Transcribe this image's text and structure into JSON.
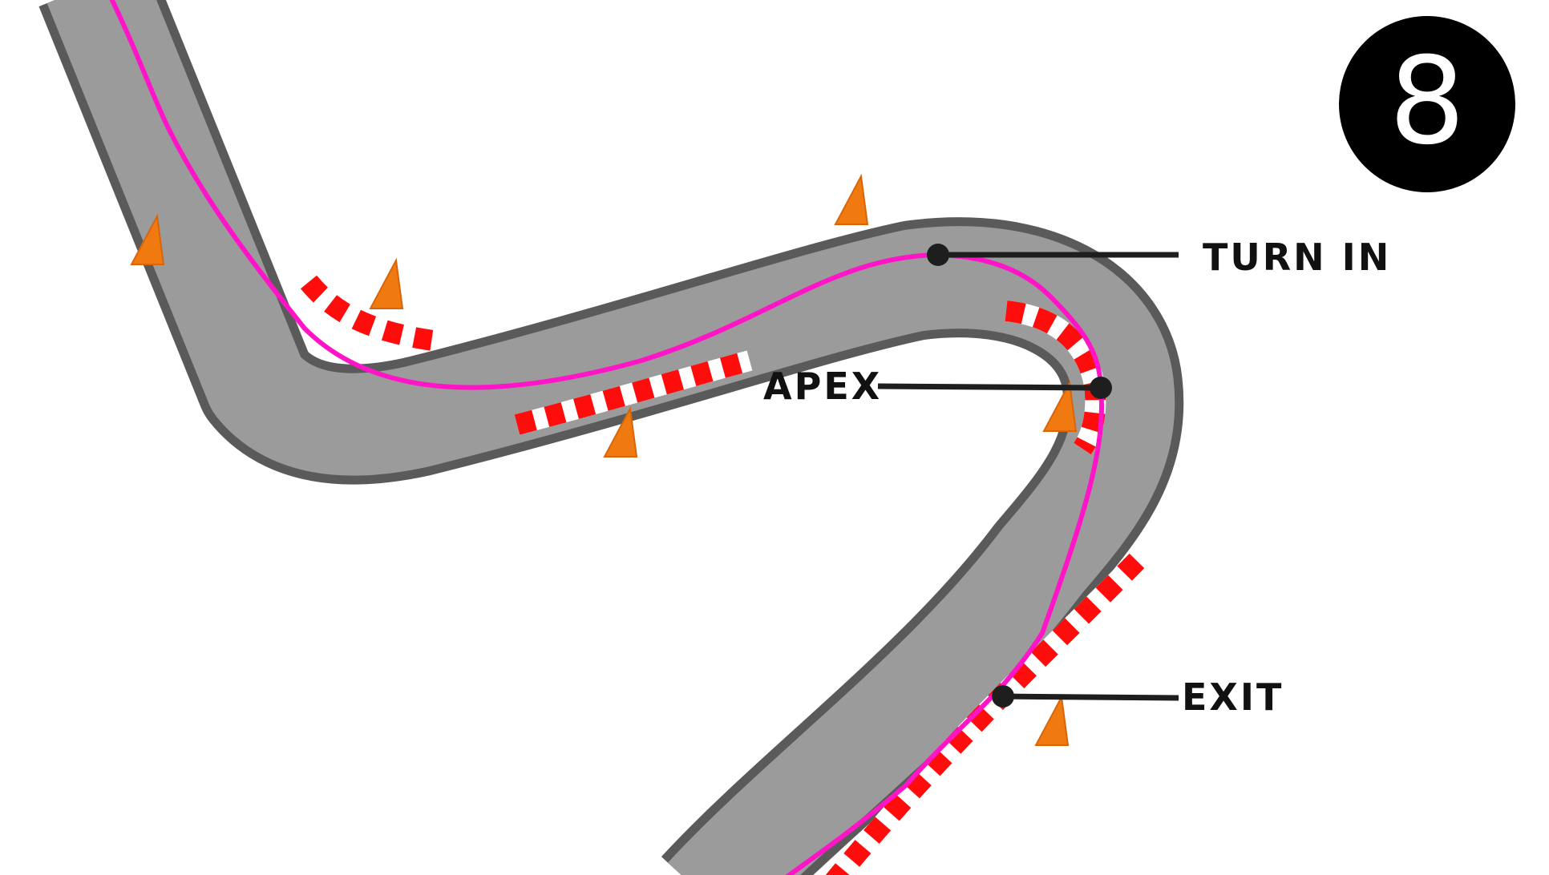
{
  "corner_number": "8",
  "labels": {
    "turn_in": "TURN IN",
    "apex": "APEX",
    "exit": "EXIT"
  },
  "colors": {
    "track_surface": "#9b9b9b",
    "track_edge": "#5a5a5a",
    "racing_line": "#ff14c8",
    "kerb_red": "#ff0d0d",
    "kerb_white": "#ffffff",
    "cone": "#f07a10",
    "marker": "#1e1e1e",
    "badge": "#000000",
    "badge_text": "#ffffff"
  },
  "icons": [
    "cone-icon",
    "marker-dot-icon"
  ]
}
